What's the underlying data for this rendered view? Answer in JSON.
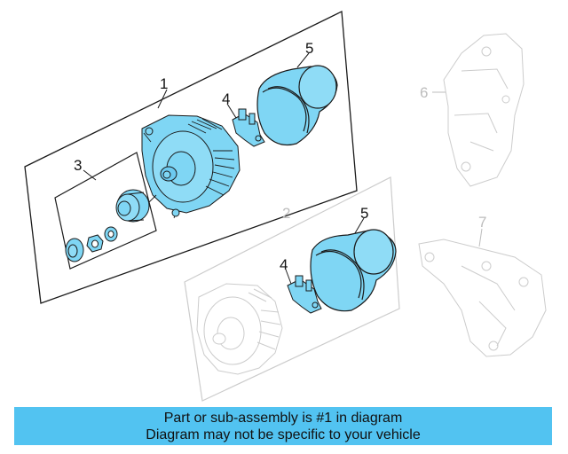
{
  "diagram": {
    "callouts": {
      "c1": "1",
      "c2": "2",
      "c3": "3",
      "c4_top": "4",
      "c4_bottom": "4",
      "c5_top": "5",
      "c5_bottom": "5",
      "c6": "6",
      "c7": "7"
    },
    "colors": {
      "highlight": "#7fd6f4",
      "outline": "#1a1a1a",
      "ghost": "#cccccc",
      "banner": "#52c3f1"
    }
  },
  "banner": {
    "line1": "Part or sub-assembly is #1 in diagram",
    "line2": "Diagram may not be specific to your vehicle"
  }
}
